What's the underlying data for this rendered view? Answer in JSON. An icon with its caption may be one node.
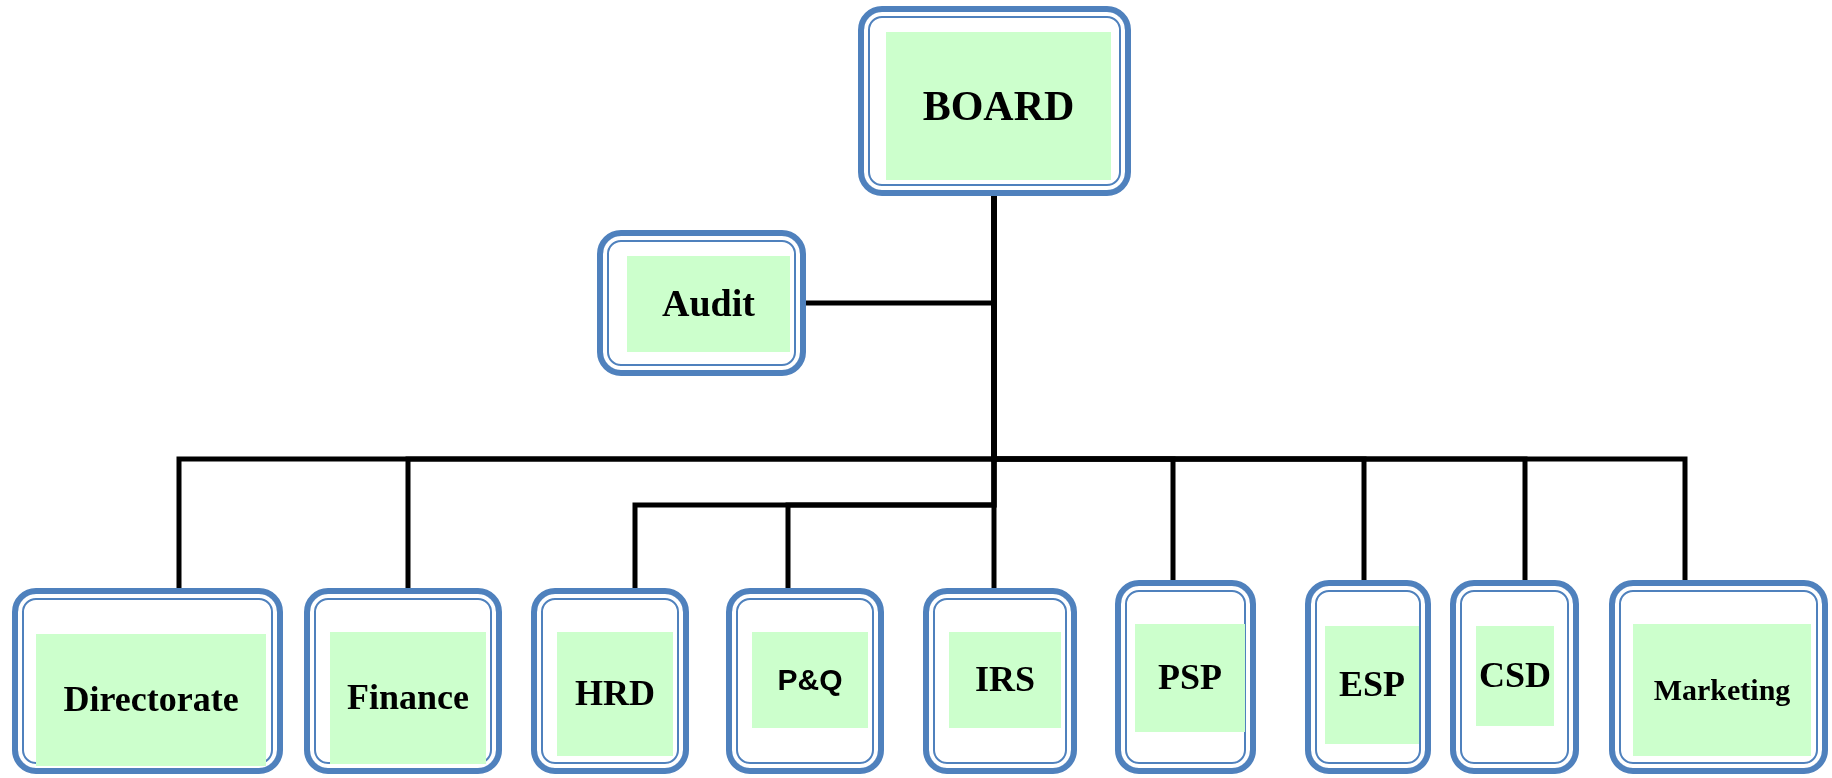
{
  "diagram": {
    "nodes": [
      {
        "text": [
          "BOARD"
        ]
      },
      {
        "text": [
          "Audit"
        ]
      },
      {
        "text": [
          "Directorate"
        ]
      },
      {
        "text": [
          "Finance"
        ]
      },
      {
        "text": [
          "HRD"
        ]
      },
      {
        "text": [
          "P&Q"
        ]
      },
      {
        "text": [
          "IRS"
        ]
      },
      {
        "text": [
          "PSP"
        ]
      },
      {
        "text": [
          "ESP"
        ]
      },
      {
        "text": [
          "CSD"
        ]
      },
      {
        "text": [
          "Marketing"
        ]
      }
    ],
    "edges": [
      {
        "from": 0,
        "to": 1,
        "arrow": "none"
      },
      {
        "from": 0,
        "to": 2,
        "arrow": "none"
      },
      {
        "from": 0,
        "to": 3,
        "arrow": "none"
      },
      {
        "from": 0,
        "to": 4,
        "arrow": "none"
      },
      {
        "from": 0,
        "to": 5,
        "arrow": "none"
      },
      {
        "from": 0,
        "to": 6,
        "arrow": "none"
      },
      {
        "from": 0,
        "to": 7,
        "arrow": "none"
      },
      {
        "from": 0,
        "to": 8,
        "arrow": "none"
      },
      {
        "from": 0,
        "to": 9,
        "arrow": "none"
      },
      {
        "from": 0,
        "to": 10,
        "arrow": "none"
      }
    ]
  }
}
